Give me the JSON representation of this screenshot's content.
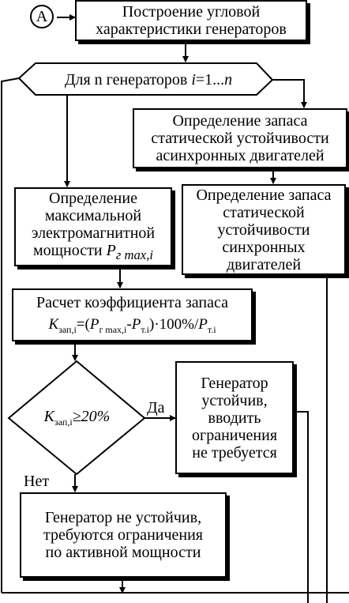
{
  "connector": {
    "label": "А"
  },
  "nodes": {
    "build_title": [
      "Построение угловой",
      "характеристики генераторов"
    ],
    "loop_prefix": "Для n генераторов ",
    "loop_i": "i",
    "loop_eq": "=1...",
    "loop_n": "n",
    "async_title": [
      "Определение запаса",
      "статической устойчивости",
      "асинхронных двигателей"
    ],
    "sync_title": [
      "Определение запаса",
      "статической",
      "устойчивости",
      "синхронных",
      "двигателей"
    ],
    "maxpower_title": [
      "Определение",
      "максимальной",
      "электромагнитной"
    ],
    "maxpower_last_text": "мощности ",
    "maxpower_P": "P",
    "maxpower_sub": "г max,i",
    "calc_title": "Расчет коэффициента запаса",
    "calc_formula": {
      "K": "K",
      "K_sub": "зап,i",
      "eq_open": "=(",
      "P1": "P",
      "P1_sub": "г max,i",
      "minus": "-",
      "P2": "P",
      "P2_sub": "т.i",
      "mid": ")·100%/",
      "P3": "P",
      "P3_sub": "т.i"
    },
    "decision": {
      "K": "K",
      "K_sub": "зап,i",
      "cond": "≥20%"
    },
    "stable_title": [
      "Генератор",
      "устойчив,",
      "вводить",
      "ограничения",
      "не требуется"
    ],
    "unstable_title": [
      "Генератор не устойчив,",
      "требуются ограничения",
      "по активной мощности"
    ]
  },
  "edges": {
    "yes": "Да",
    "no": "Нет"
  }
}
